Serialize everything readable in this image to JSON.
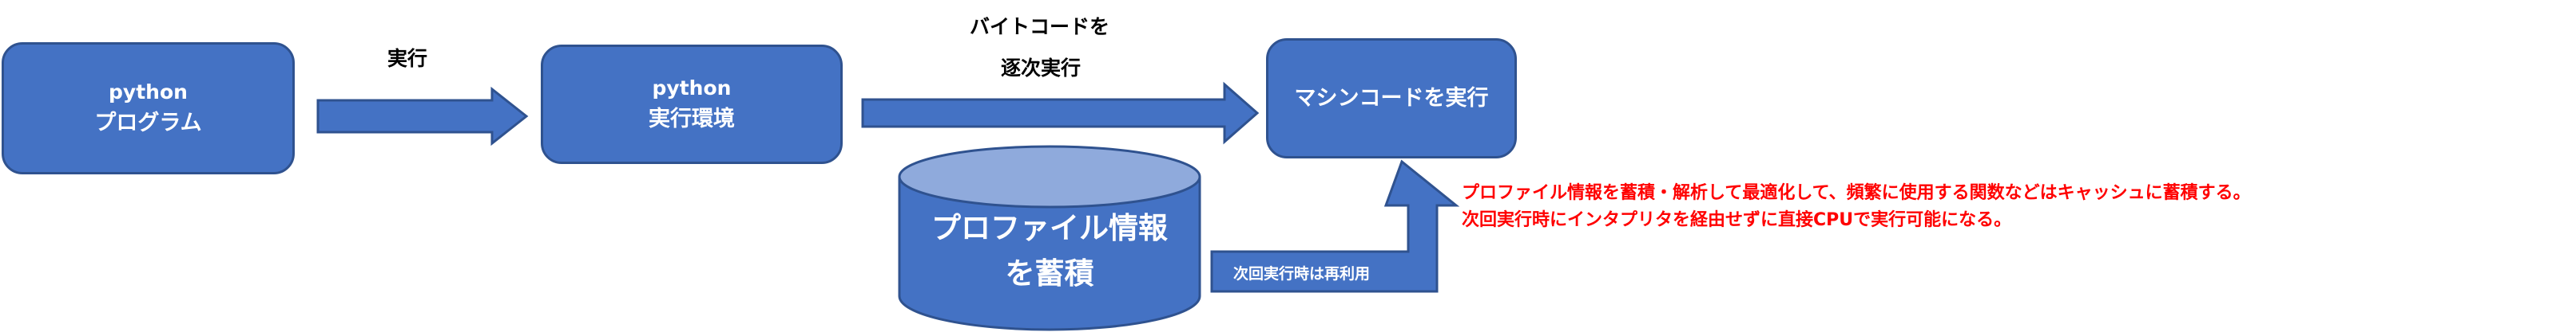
{
  "boxes": {
    "python_program": {
      "line1": "python",
      "line2": "プログラム"
    },
    "python_runtime": {
      "line1": "python",
      "line2": "実行環境"
    },
    "machine_code": {
      "line1": "マシンコードを実行"
    }
  },
  "arrows": {
    "execute": "実行",
    "bytecode_line1": "バイトコードを",
    "bytecode_line2": "逐次実行",
    "reuse": "次回実行時は再利用"
  },
  "storage": {
    "line1": "プロファイル情報",
    "line2": "を蓄積"
  },
  "notes": {
    "line1": "プロファイル情報を蓄積・解析して最適化して、頻繁に使用する関数などはキャッシュに蓄積する。",
    "line2": "次回実行時にインタプリタを経由せずに直接CPUで実行可能になる。"
  },
  "colors": {
    "fill": "#4472c4",
    "stroke": "#2f528f",
    "cylinder_top": "#8faadc",
    "note_text": "#ff0000"
  }
}
